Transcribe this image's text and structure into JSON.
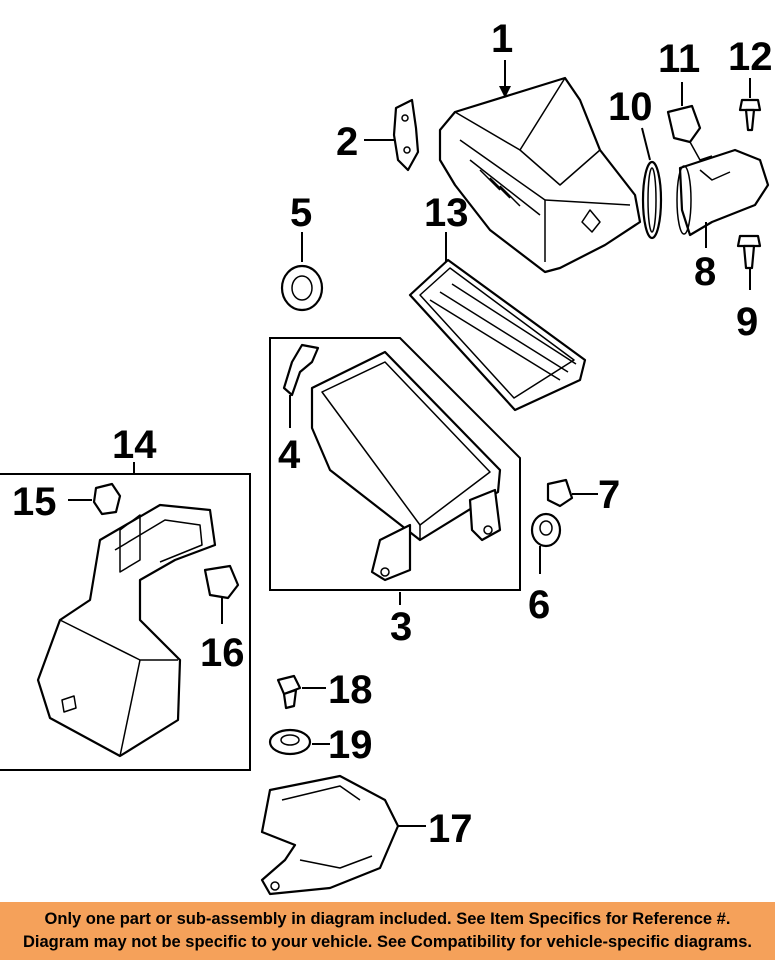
{
  "callouts": {
    "c1": "1",
    "c2": "2",
    "c3": "3",
    "c4": "4",
    "c5": "5",
    "c6": "6",
    "c7": "7",
    "c8": "8",
    "c9": "9",
    "c10": "10",
    "c11": "11",
    "c12": "12",
    "c13": "13",
    "c14": "14",
    "c15": "15",
    "c16": "16",
    "c17": "17",
    "c18": "18",
    "c19": "19"
  },
  "banner": {
    "line1": "Only one part or sub-assembly in diagram included. See Item Specifics for Reference #.",
    "line2": "Diagram may not be specific to your vehicle. See Compatibility for vehicle-specific diagrams.",
    "background": "#f5a15a"
  }
}
